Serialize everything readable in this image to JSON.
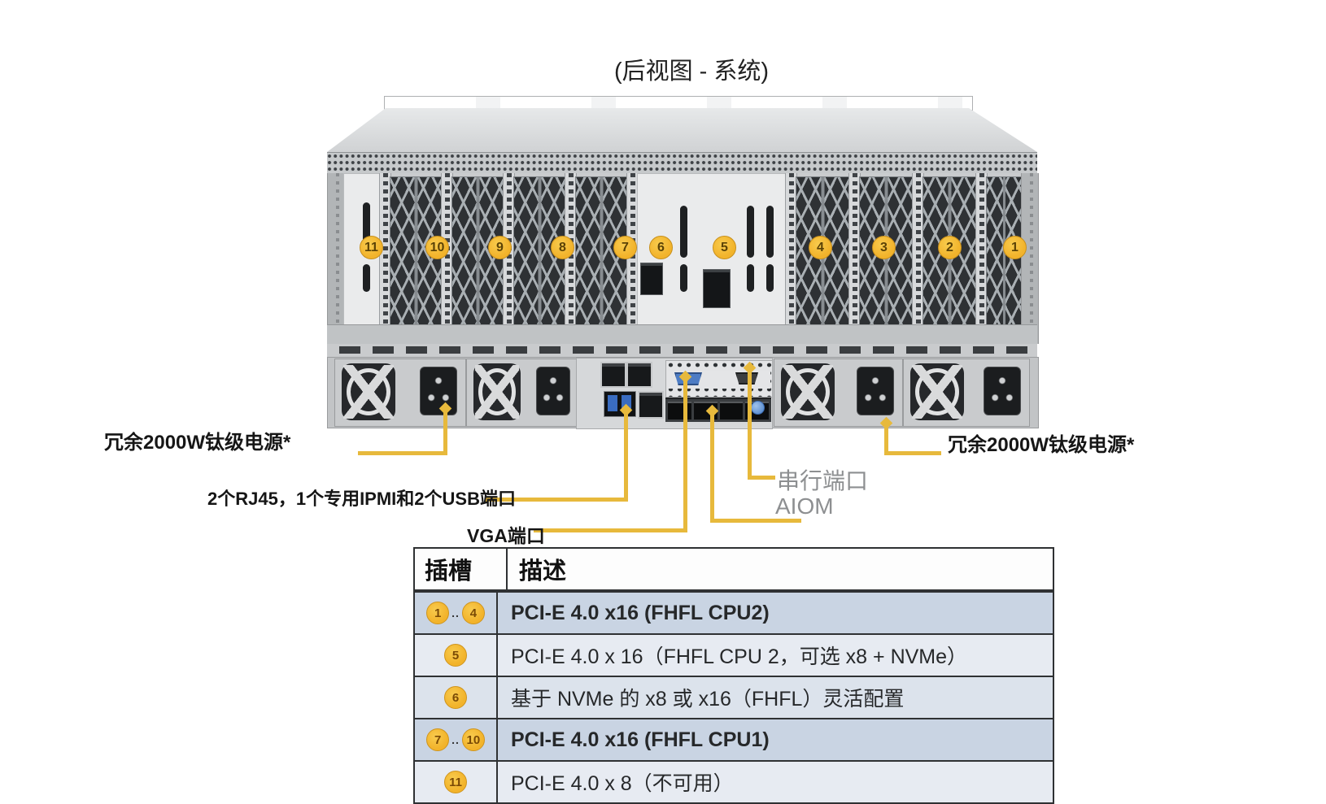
{
  "labels": {
    "title": "(后视图 - 系统)",
    "psu_left": "冗余2000W钛级电源*",
    "psu_right": "冗余2000W钛级电源*",
    "rj45_ipmi_usb": "2个RJ45，1个专用IPMI和2个USB端口",
    "vga": "VGA端口",
    "serial": "串行端口",
    "aiom": "AIOM"
  },
  "slots": {
    "badges": [
      "11",
      "10",
      "9",
      "8",
      "7",
      "6",
      "5",
      "4",
      "3",
      "2",
      "1"
    ]
  },
  "table": {
    "header": {
      "slot": "插槽",
      "desc": "描述"
    },
    "rows": [
      {
        "badge_from": "1",
        "dots": "..",
        "badge_to": "4",
        "desc": "PCI-E 4.0 x16 (FHFL CPU2)"
      },
      {
        "badge": "5",
        "desc": "PCI-E 4.0 x 16（FHFL CPU 2，可选 x8 + NVMe）"
      },
      {
        "badge": "6",
        "desc": "基于 NVMe 的 x8 或 x16（FHFL）灵活配置"
      },
      {
        "badge_from": "7",
        "dots": "..",
        "badge_to": "10",
        "desc": "PCI-E 4.0 x16 (FHFL CPU1)"
      },
      {
        "badge": "11",
        "desc": "PCI-E 4.0 x 8（不可用）"
      }
    ]
  },
  "colors": {
    "callout": "#E7B93C",
    "badge": "#F2B32B",
    "row_medium": "#C9D4E3",
    "row_light": "#E7EBF2",
    "table_border": "#2F3133"
  }
}
